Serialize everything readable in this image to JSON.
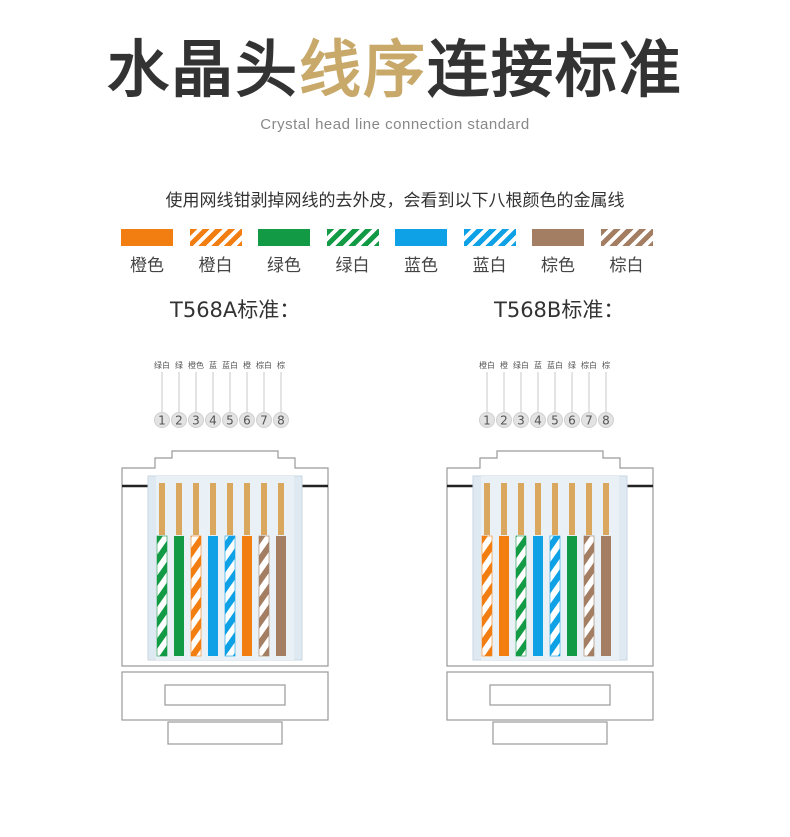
{
  "header": {
    "title_part1": "水晶头",
    "title_part2": "线序",
    "title_part3": "连接标准",
    "subtitle": "Crystal head line connection standard",
    "intro": "使用网线钳剥掉网线的去外皮，会看到以下八根颜色的金属线"
  },
  "colors": {
    "title_dark": "#333333",
    "title_accent": "#c8a96a",
    "orange": "#f27e12",
    "green": "#139a45",
    "blue": "#0ea1e5",
    "brown": "#a37e62",
    "copper": "#d9a75e"
  },
  "legend": [
    {
      "label": "橙色",
      "color": "orange",
      "striped": false
    },
    {
      "label": "橙白",
      "color": "orange",
      "striped": true
    },
    {
      "label": "绿色",
      "color": "green",
      "striped": false
    },
    {
      "label": "绿白",
      "color": "green",
      "striped": true
    },
    {
      "label": "蓝色",
      "color": "blue",
      "striped": false
    },
    {
      "label": "蓝白",
      "color": "blue",
      "striped": true
    },
    {
      "label": "棕色",
      "color": "brown",
      "striped": false
    },
    {
      "label": "棕白",
      "color": "brown",
      "striped": true
    }
  ],
  "standards": [
    {
      "label": "T568A标准：",
      "wire_labels": [
        "绿白",
        "绿",
        "橙色",
        "蓝",
        "蓝白",
        "橙",
        "棕白",
        "棕"
      ],
      "wires": [
        {
          "color": "green",
          "striped": true
        },
        {
          "color": "green",
          "striped": false
        },
        {
          "color": "orange",
          "striped": true
        },
        {
          "color": "blue",
          "striped": false
        },
        {
          "color": "blue",
          "striped": true
        },
        {
          "color": "orange",
          "striped": false
        },
        {
          "color": "brown",
          "striped": true
        },
        {
          "color": "brown",
          "striped": false
        }
      ]
    },
    {
      "label": "T568B标准：",
      "wire_labels": [
        "橙白",
        "橙",
        "绿白",
        "蓝",
        "蓝白",
        "绿",
        "棕白",
        "棕"
      ],
      "wires": [
        {
          "color": "orange",
          "striped": true
        },
        {
          "color": "orange",
          "striped": false
        },
        {
          "color": "green",
          "striped": true
        },
        {
          "color": "blue",
          "striped": false
        },
        {
          "color": "blue",
          "striped": true
        },
        {
          "color": "green",
          "striped": false
        },
        {
          "color": "brown",
          "striped": true
        },
        {
          "color": "brown",
          "striped": false
        }
      ]
    }
  ],
  "pin_numbers": [
    "1",
    "2",
    "3",
    "4",
    "5",
    "6",
    "7",
    "8"
  ]
}
